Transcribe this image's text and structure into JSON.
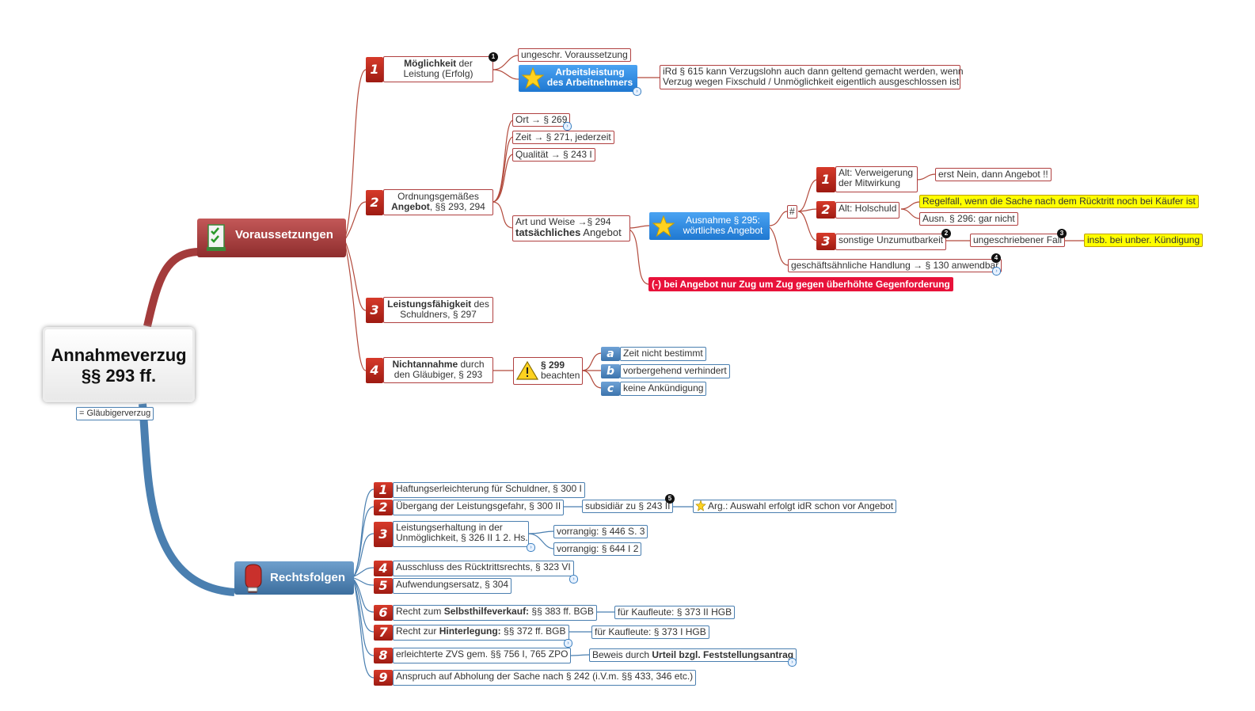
{
  "central": {
    "title": "Annahmeverzug",
    "subtitle": "§§ 293 ff.",
    "note": "= Gläubigerverzug"
  },
  "voraussetzungen": {
    "label": "Voraussetzungen",
    "n1": {
      "num": "1",
      "bold": "Möglichkeit",
      "rest": " der",
      "line2": "Leistung (Erfolg)"
    },
    "n1_children": {
      "a": "ungeschr. Voraussetzung",
      "b_line1": "Arbeitsleistung",
      "b_line2": "des Arbeitnehmers",
      "b_note_line1": "iRd § 615 kann Verzugslohn auch dann geltend gemacht werden, wenn",
      "b_note_line2": "Verzug wegen Fixschuld / Unmöglichkeit eigentlich ausgeschlossen ist",
      "badge": "1"
    },
    "n2": {
      "num": "2",
      "line1": "Ordnungsgemäßes",
      "bold": "Angebot",
      "rest": ", §§ 293, 294"
    },
    "n2_children": {
      "ort": "Ort → § 269",
      "zeit": "Zeit → § 271, jederzeit",
      "qual": "Qualität → § 243 I",
      "art_line1": "Art und Weise →§ 294",
      "art_bold": "tatsächliches",
      "art_rest": " Angebot",
      "ausnahme_line1": "Ausnahme § 295:",
      "ausnahme_line2": "wörtliches Angebot",
      "hash": "#",
      "sub1_num": "1",
      "sub1_line1": "Alt: Verweigerung",
      "sub1_line2": "der Mitwirkung",
      "sub1_note": "erst Nein, dann Angebot !!",
      "sub2_num": "2",
      "sub2": "Alt: Holschuld",
      "sub2_note_hl": "Regelfall, wenn die Sache nach dem Rücktritt noch bei Käufer ist",
      "sub2_note": "Ausn. § 296: gar nicht",
      "sub3_num": "3",
      "sub3": "sonstige Unzumutbarkeit",
      "sub3_note": "ungeschriebener Fall",
      "sub3_hl": "insb. bei unber. Kündigung",
      "geschaeft": "geschäftsähnliche Handlung → § 130 anwendbar",
      "redbar": "(-) bei Angebot nur Zug um Zug gegen überhöhte Gegenforderung",
      "badge2": "2",
      "badge3": "3",
      "badge4": "4"
    },
    "n3": {
      "num": "3",
      "bold": "Leistungsfähigkeit",
      "rest": " des",
      "line2": "Schuldners, § 297"
    },
    "n4": {
      "num": "4",
      "bold": "Nichtannahme",
      "rest": " durch",
      "line2": "den Gläubiger, § 293"
    },
    "n4_children": {
      "warn_bold": "§ 299",
      "warn_line2": "beachten",
      "a_letter": "a",
      "a": "Zeit nicht bestimmt",
      "b_letter": "b",
      "b": "vorbergehend verhindert",
      "c_letter": "c",
      "c": "keine Ankündigung"
    }
  },
  "rechtsfolgen": {
    "label": "Rechtsfolgen",
    "items": [
      {
        "num": "1",
        "text": "Haftungserleichterung für Schuldner, § 300 I"
      },
      {
        "num": "2",
        "text": "Übergang der Leistungsgefahr, § 300 II"
      },
      {
        "num": "3",
        "line1": "Leistungserhaltung in der",
        "line2": "Unmöglichkeit, § 326 II 1 2. Hs."
      },
      {
        "num": "4",
        "text": "Ausschluss des Rücktrittsrechts, § 323 VI"
      },
      {
        "num": "5",
        "text": "Aufwendungsersatz, § 304"
      },
      {
        "num": "6",
        "pre": "Recht zum ",
        "bold": "Selbsthilfeverkauf:",
        "post": " §§ 383 ff. BGB"
      },
      {
        "num": "7",
        "pre": "Recht zur ",
        "bold": "Hinterlegung:",
        "post": " §§ 372 ff. BGB"
      },
      {
        "num": "8",
        "text": "erleichterte ZVS gem. §§ 756 I, 765 ZPO"
      },
      {
        "num": "9",
        "text": "Anspruch auf Abholung der Sache nach § 242 (i.V.m. §§ 433, 346 etc.)"
      }
    ],
    "r2_sub": "subsidiär zu § 243 II",
    "r2_arg": "Arg.: Auswahl erfolgt idR schon vor Angebot",
    "r3_a": "vorrangig: § 446 S. 3",
    "r3_b": "vorrangig: § 644 I 2",
    "r6_sub": "für Kaufleute: § 373 II HGB",
    "r7_sub": "für Kaufleute: § 373 I HGB",
    "r8_pre": "Beweis durch ",
    "r8_bold": "Urteil bzgl. Feststellungsantrag",
    "badge5": "5"
  },
  "colors": {
    "red_branch": "#a83a3a",
    "blue_branch": "#4a7fb0",
    "highlight": "#ffff00",
    "alert": "#e8123a"
  }
}
